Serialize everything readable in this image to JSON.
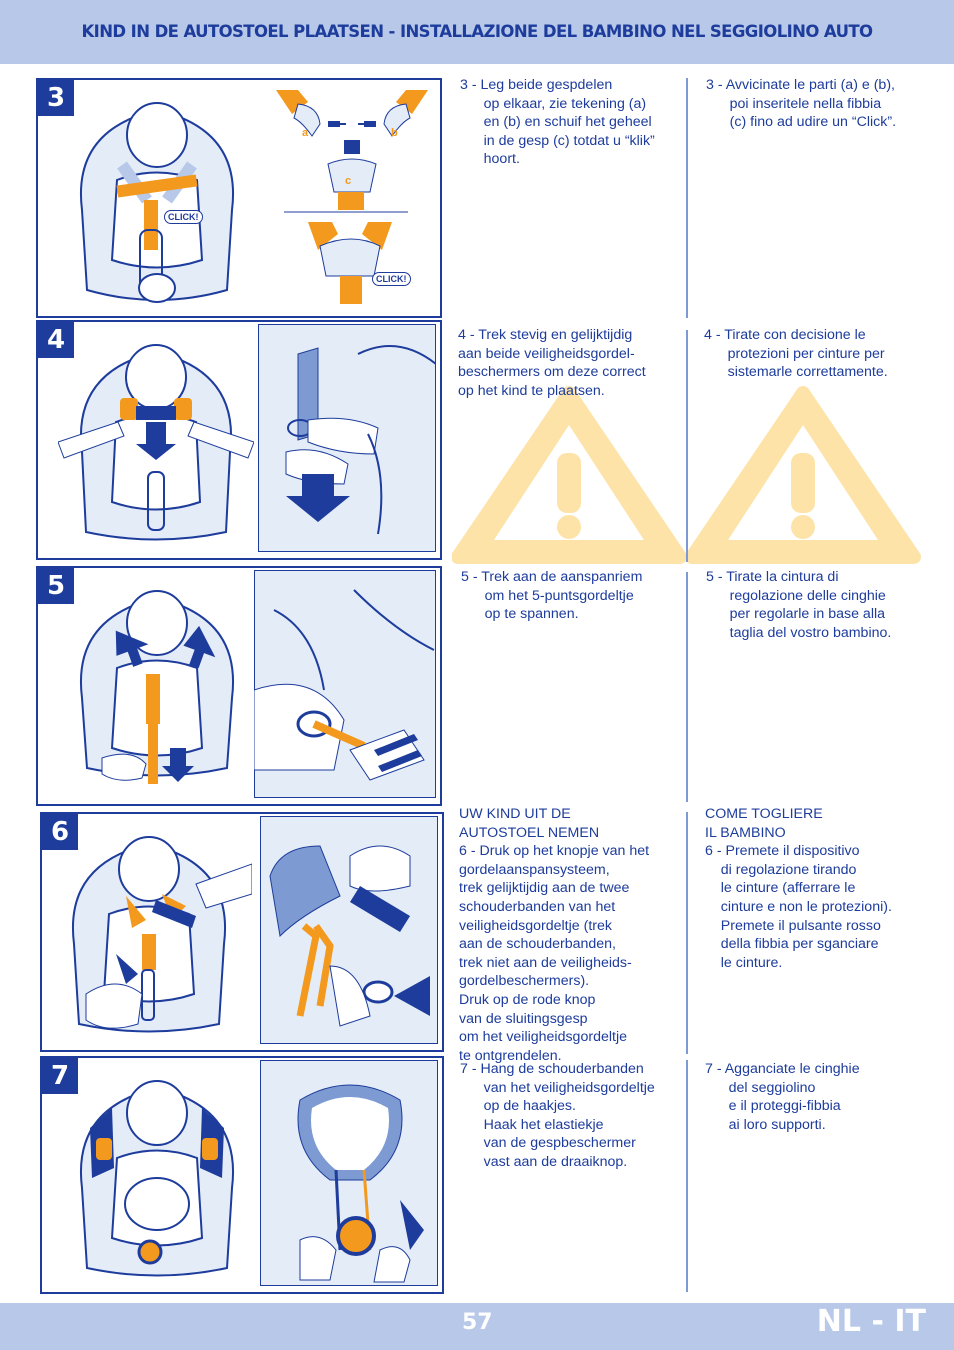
{
  "header": {
    "title": "KIND IN DE AUTOSTOEL PLAATSEN - INSTALLAZIONE DEL BAMBINO NEL SEGGIOLINO AUTO"
  },
  "steps": [
    {
      "number": "3",
      "click_labels": [
        "CLICK!",
        "CLICK!"
      ],
      "part_labels": [
        "a",
        "b",
        "c"
      ],
      "nl": "3 - Leg beide gespdelen\n      op elkaar, zie tekening (a)\n      en (b) en schuif het geheel\n      in de gesp (c) totdat u “klik”\n      hoort.",
      "it": "3 - Avvicinate le parti (a) e (b),\n      poi inseritele nella fibbia\n      (c) fino ad udire un “Click”."
    },
    {
      "number": "4",
      "nl": "4 - Trek stevig en gelijktijdig\naan beide veiligheidsgordel-\nbeschermers om deze correct\nop het kind te plaatsen.",
      "it": "4 - Tirate con decisione le\n      protezioni per cinture per\n      sistemarle correttamente."
    },
    {
      "number": "5",
      "nl": "5 - Trek aan de aanspanriem\n      om het 5-puntsgordeltje\n      op te spannen.",
      "it": "5 - Tirate la cintura di\n      regolazione delle cinghie\n      per regolarle in base alla\n      taglia del vostro bambino."
    },
    {
      "number": "6",
      "nl": "UW KIND UIT DE\nAUTOSTOEL NEMEN\n6 - Druk op het knopje van het\ngordelaanspansysteem,\ntrek gelijktijdig aan de twee\nschouderbanden van het\nveiligheidsgordeltje (trek\naan de schouderbanden,\ntrek niet aan de veiligheids-\ngordelbeschermers).\nDruk op de rode knop\nvan de sluitingsgesp\nom het veiligheidsgordeltje\nte ontgrendelen.",
      "it": "COME TOGLIERE\nIL BAMBINO\n6 - Premete il dispositivo\n    di regolazione tirando\n    le cinture (afferrare le\n    cinture e non le protezioni).\n    Premete il pulsante rosso\n    della fibbia per sganciare\n    le cinture."
    },
    {
      "number": "7",
      "nl": "7 - Hang de schouderbanden\n      van het veiligheidsgordeltje\n      op de haakjes.\n      Haak het elastiekje\n      van de gespbeschermer\n      vast aan de draaiknop.",
      "it": "7 - Agganciate le cinghie\n      del seggiolino\n      e il proteggi-fibbia\n      ai loro supporti."
    }
  ],
  "footer": {
    "page_number": "57",
    "language": "NL - IT"
  },
  "colors": {
    "brand_blue": "#1d3c9c",
    "band": "#b7c8e8",
    "orange": "#f39a1e",
    "warning": "#fde3a8"
  }
}
